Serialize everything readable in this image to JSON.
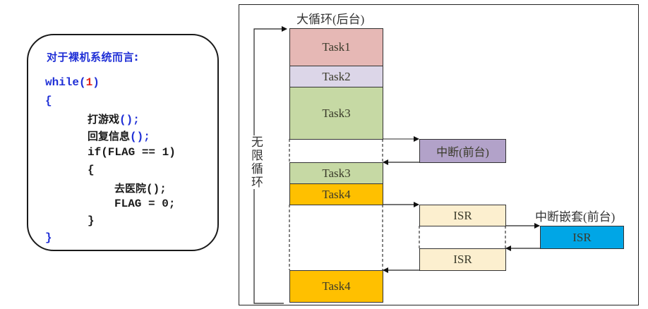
{
  "code_panel": {
    "title": "对于裸机系统而言:",
    "lines": {
      "while_kw": "while",
      "while_open": "(",
      "while_num": "1",
      "while_close": ")",
      "brace_open": "{",
      "call1_name": "打游戏",
      "call1_suffix": "();",
      "call2_name": "回复信息",
      "call2_suffix": "();",
      "if_stmt": "if(FLAG == 1)",
      "if_brace_open": "{",
      "call3_name": "去医院",
      "call3_suffix": "();",
      "assign": "FLAG = 0;",
      "if_brace_close": "}",
      "brace_close": "}"
    }
  },
  "diagram": {
    "big_loop_label": "大循环(后台)",
    "infinite_loop_label": "无限循环",
    "interrupt_label": "中断(前台)",
    "nested_interrupt_label": "中断嵌套(前台)",
    "tasks": [
      {
        "id": "task1",
        "label": "Task1",
        "color": "#e6b8b5"
      },
      {
        "id": "task2",
        "label": "Task2",
        "color": "#dcd6e8"
      },
      {
        "id": "task3a",
        "label": "Task3",
        "color": "#c6d9a4"
      },
      {
        "id": "task3b",
        "label": "Task3",
        "color": "#c6d9a4"
      },
      {
        "id": "task4a",
        "label": "Task4",
        "color": "#ffc000"
      },
      {
        "id": "task4b",
        "label": "Task4",
        "color": "#ffc000"
      }
    ],
    "isr_blocks": [
      {
        "id": "isr1",
        "label": "ISR",
        "color": "#fcefcf"
      },
      {
        "id": "isr2",
        "label": "ISR",
        "color": "#fcefcf"
      },
      {
        "id": "isr_nested",
        "label": "ISR",
        "color": "#00a6e6"
      }
    ],
    "interrupt_block_color": "#b2a2c9"
  }
}
